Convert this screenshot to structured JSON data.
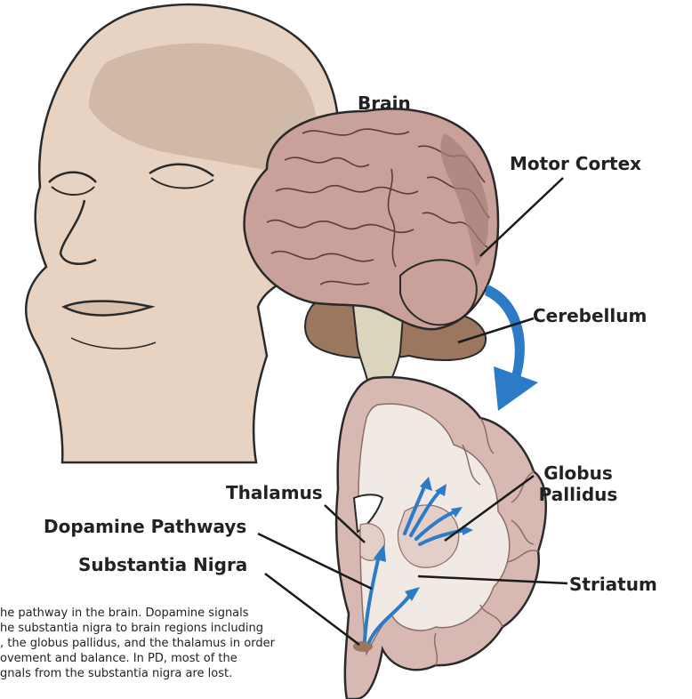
{
  "labels": {
    "brain": "Brain",
    "motor_cortex": "Motor Cortex",
    "cerebellum": "Cerebellum",
    "globus_pallidus_1": "Globus",
    "globus_pallidus_2": "Pallidus",
    "thalamus": "Thalamus",
    "dopamine_pathways": "Dopamine Pathways",
    "substantia_nigra": "Substantia Nigra",
    "striatum": "Striatum"
  },
  "caption": {
    "lines": [
      "he pathway in the brain.  Dopamine signals",
      "he substantia nigra to brain regions including",
      ", the globus pallidus, and the thalamus in order",
      "ovement and balance.  In PD, most of the",
      "gnals from the substantia nigra are lost."
    ]
  },
  "colors": {
    "background": "#ffffff",
    "head": "#e8d3c3",
    "head_outline": "#2a2a2a",
    "brain": "#c9a09a",
    "brain_dark": "#a77f79",
    "cerebellum": "#9b7760",
    "brainstem": "#dcd5bd",
    "cross_section_outer": "#d8b8b2",
    "cross_section_inner": "#f1e9e3",
    "arrow": "#2b7bc6",
    "leader_line": "#1a1a1a"
  }
}
